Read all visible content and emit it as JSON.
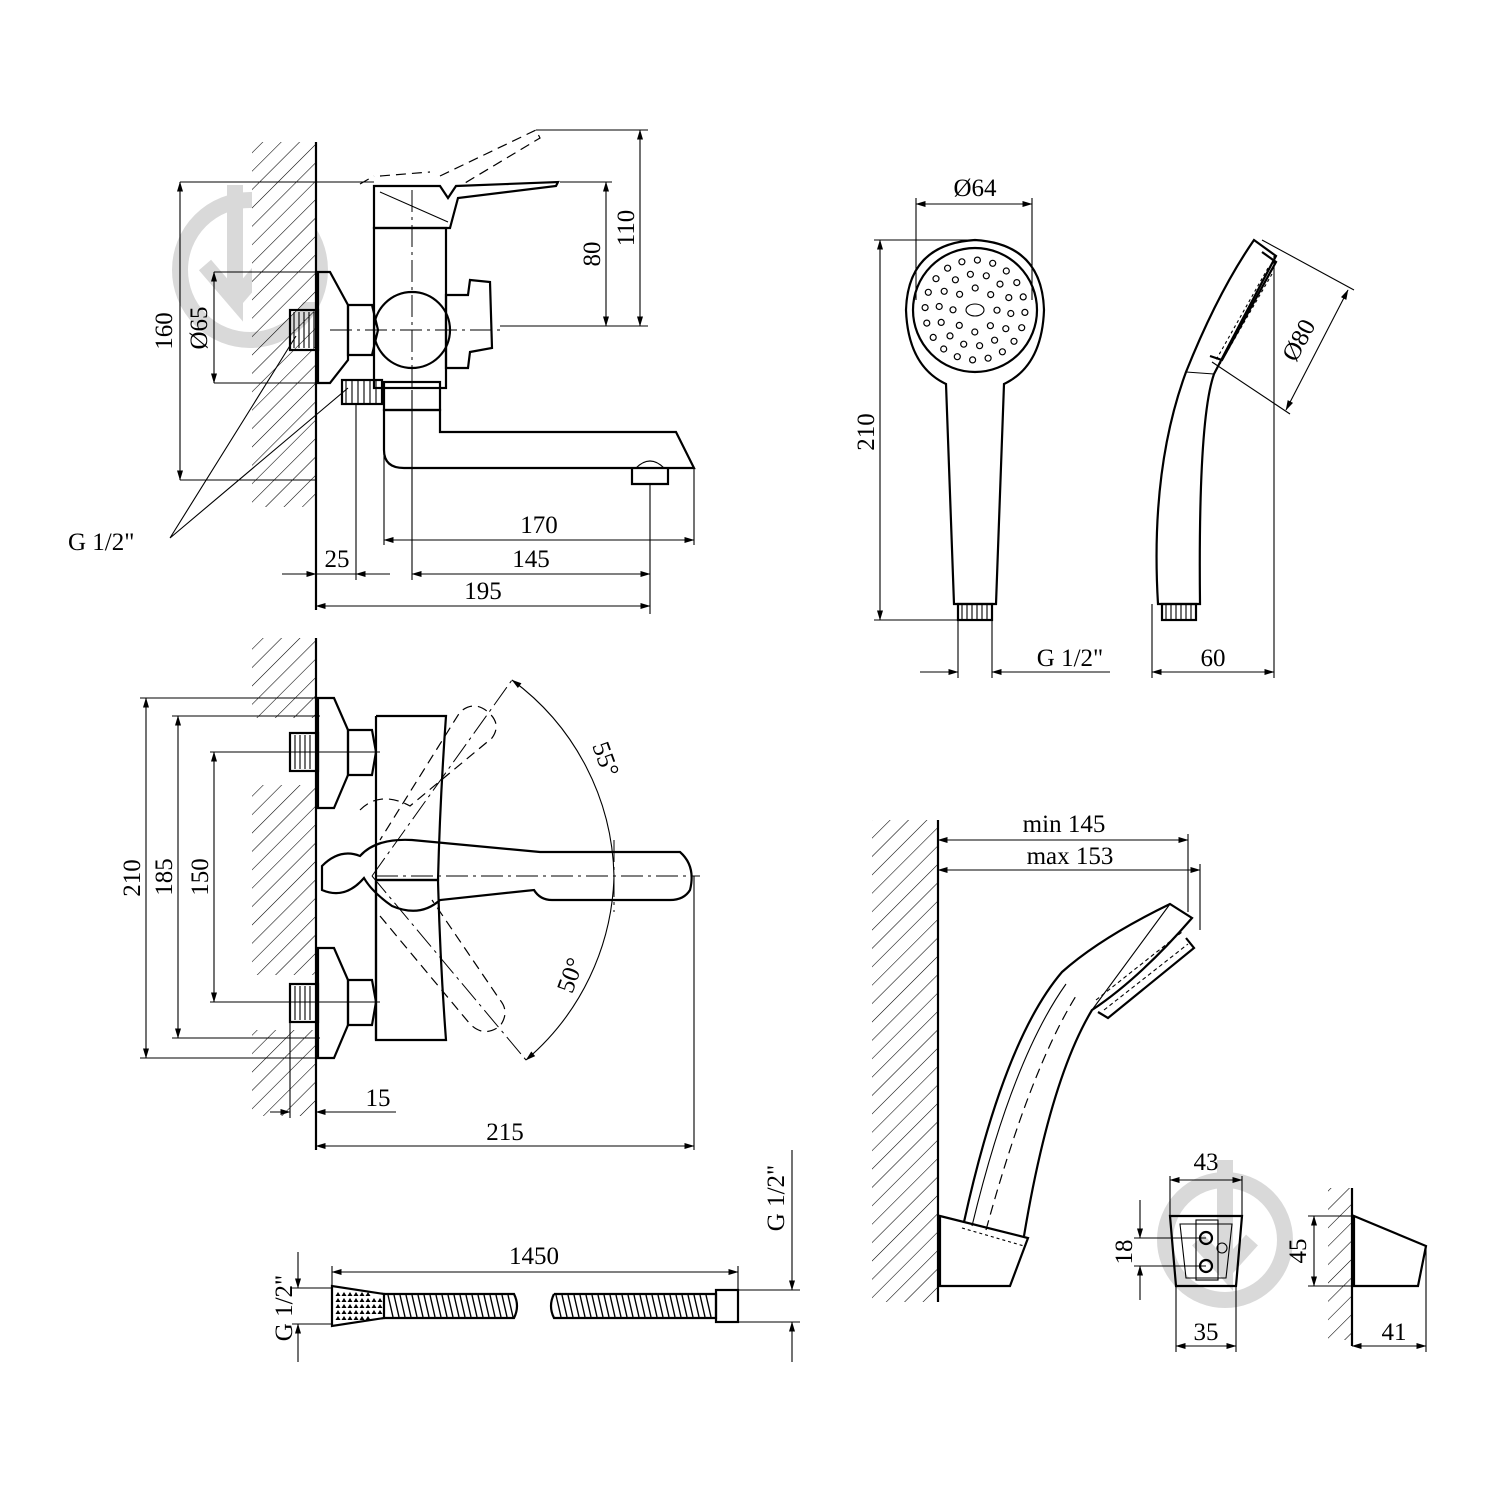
{
  "mixer_side": {
    "height_160": "160",
    "diameter_65": "Ø65",
    "height_80": "80",
    "height_110": "110",
    "thread": "G 1/2\"",
    "width_170": "170",
    "width_25": "25",
    "width_145": "145",
    "width_195": "195"
  },
  "mixer_top": {
    "height_210": "210",
    "height_185": "185",
    "height_150": "150",
    "angle_55": "55°",
    "angle_50": "50°",
    "width_15": "15",
    "width_215": "215"
  },
  "hand_shower": {
    "diameter_64": "Ø64",
    "height_210": "210",
    "diameter_80": "Ø80",
    "thread": "G 1/2\"",
    "width_60": "60"
  },
  "wall_holder": {
    "min_145": "min 145",
    "max_153": "max 153"
  },
  "holder_bracket": {
    "width_43": "43",
    "height_18": "18",
    "width_35": "35",
    "height_45": "45",
    "depth_41": "41"
  },
  "hose": {
    "length_1450": "1450",
    "thread_left": "G 1/2\"",
    "thread_right": "G 1/2\""
  }
}
